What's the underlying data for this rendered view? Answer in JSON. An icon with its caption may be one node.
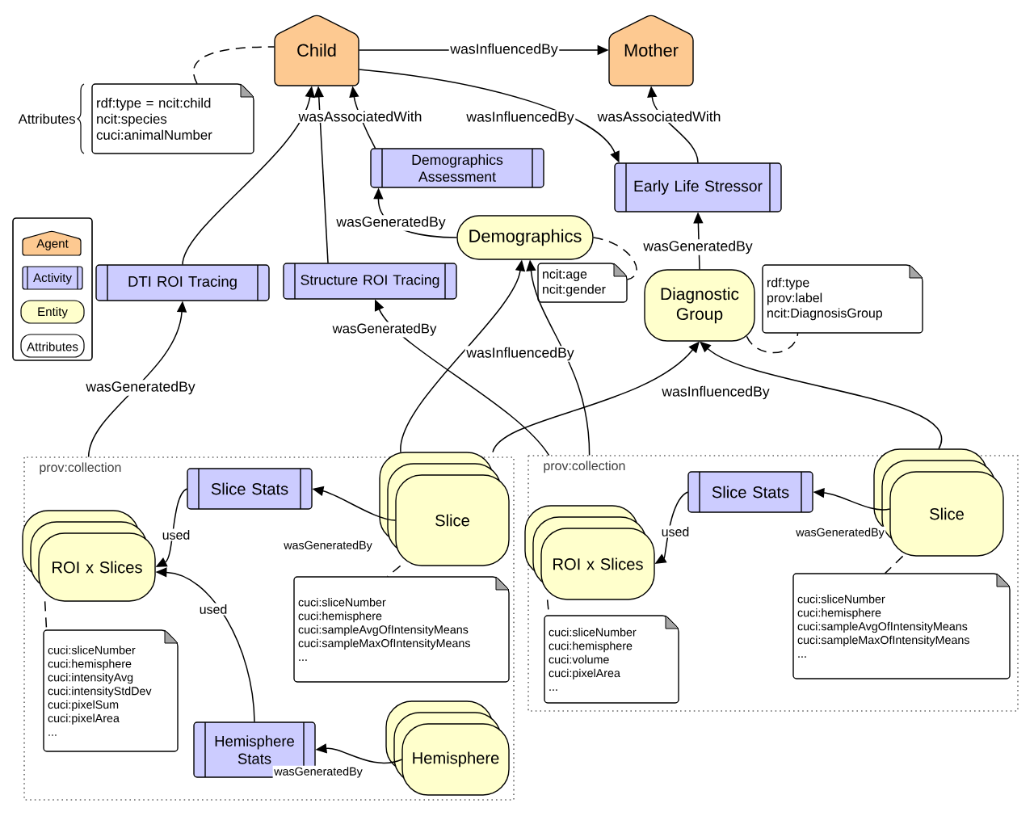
{
  "diagram": {
    "nodes": [
      {
        "text": [
          "Child"
        ]
      },
      {
        "text": [
          "Mother"
        ]
      },
      {
        "text": [
          "rdf:type = ncit:child",
          "ncit:species",
          "cuci:animalNumber"
        ],
        "beside": [
          "Attributes"
        ]
      },
      {
        "text": [
          "Demographics Assessment"
        ]
      },
      {
        "text": [
          "Early Life Stressor"
        ]
      },
      {
        "text": [
          "DTI ROI Tracing"
        ]
      },
      {
        "text": [
          "Structure ROI Tracing"
        ]
      },
      {
        "text": [
          "Demographics"
        ]
      },
      {
        "text": [
          "ncit:age",
          "ncit:gender"
        ]
      },
      {
        "text": [
          "Diagnostic Group"
        ]
      },
      {
        "text": [
          "rdf:type",
          "prov:label",
          "ncit:DiagnosisGroup"
        ]
      },
      {
        "text": [
          "prov:collection"
        ]
      },
      {
        "text": [
          "Slice Stats"
        ],
        "in": 11
      },
      {
        "text": [
          "ROI x Slices"
        ],
        "in": 11
      },
      {
        "text": [
          "Slice"
        ],
        "in": 11
      },
      {
        "text": [
          "cuci:sliceNumber",
          "cuci:hemisphere",
          "cuci:intensityAvg",
          "cuci:intensityStdDev",
          "cuci:pixelSum",
          "cuci:pixelArea",
          "..."
        ],
        "in": 11
      },
      {
        "text": [
          "cuci:sliceNumber",
          "cuci:hemisphere",
          "cuci:sampleAvgOfIntensityMeans",
          "cuci:sampleMaxOfIntensityMeans",
          "..."
        ],
        "in": 11
      },
      {
        "text": [
          "Hemisphere Stats"
        ],
        "in": 11
      },
      {
        "text": [
          "Hemisphere"
        ],
        "in": 11
      },
      {
        "text": [
          "prov:collection"
        ]
      },
      {
        "text": [
          "Slice Stats"
        ],
        "in": 19
      },
      {
        "text": [
          "ROI x Slices"
        ],
        "in": 19
      },
      {
        "text": [
          "Slice"
        ],
        "in": 19
      },
      {
        "text": [
          "cuci:sliceNumber",
          "cuci:hemisphere",
          "cuci:volume",
          "cuci:pixelArea",
          "..."
        ],
        "in": 19
      },
      {
        "text": [
          "cuci:sliceNumber",
          "cuci:hemisphere",
          "cuci:sampleAvgOfIntensityMeans",
          "cuci:sampleMaxOfIntensityMeans",
          "..."
        ],
        "in": 19
      }
    ],
    "edges": [
      {
        "from": 0,
        "to": 1,
        "arrow": "to",
        "label": "wasInfluencedBy"
      },
      {
        "from": 0,
        "to": 4,
        "arrow": "to",
        "label": "wasInfluencedBy"
      },
      {
        "from": 4,
        "to": 1,
        "arrow": "to",
        "label": "wasAssociatedWith"
      },
      {
        "from": 3,
        "to": 0,
        "arrow": "to",
        "label": "wasAssociatedWith"
      },
      {
        "from": 5,
        "to": 0,
        "arrow": "to"
      },
      {
        "from": 6,
        "to": 0,
        "arrow": "to"
      },
      {
        "from": 7,
        "to": 3,
        "arrow": "to",
        "label": "wasGeneratedBy"
      },
      {
        "from": 9,
        "to": 4,
        "arrow": "to",
        "label": "wasGeneratedBy"
      },
      {
        "from": 2,
        "to": 0,
        "arrow": "none",
        "style": "dashed"
      },
      {
        "from": 7,
        "to": 8,
        "arrow": "none",
        "style": "dashed"
      },
      {
        "from": 9,
        "to": 10,
        "arrow": "none",
        "style": "dashed"
      },
      {
        "from": 11,
        "to": 5,
        "arrow": "to",
        "label": "wasGeneratedBy"
      },
      {
        "from": 19,
        "to": 6,
        "arrow": "to",
        "label": "wasGeneratedBy"
      },
      {
        "from": 14,
        "to": 7,
        "arrow": "to",
        "label": "wasInfluencedBy"
      },
      {
        "from": 19,
        "to": 7,
        "arrow": "to"
      },
      {
        "from": 14,
        "to": 9,
        "arrow": "to",
        "label": "wasInfluencedBy"
      },
      {
        "from": 22,
        "to": 9,
        "arrow": "to"
      },
      {
        "from": 12,
        "to": 13,
        "arrow": "to",
        "label": "used"
      },
      {
        "from": 17,
        "to": 13,
        "arrow": "to",
        "label": "used"
      },
      {
        "from": 14,
        "to": 12,
        "arrow": "to",
        "label": "wasGeneratedBy"
      },
      {
        "from": 18,
        "to": 17,
        "arrow": "to",
        "label": "wasGeneratedBy"
      },
      {
        "from": 13,
        "to": 15,
        "arrow": "none",
        "style": "dashed"
      },
      {
        "from": 14,
        "to": 16,
        "arrow": "none",
        "style": "dashed"
      },
      {
        "from": 20,
        "to": 21,
        "arrow": "to",
        "label": "used"
      },
      {
        "from": 22,
        "to": 20,
        "arrow": "to",
        "label": "wasGeneratedBy"
      },
      {
        "from": 21,
        "to": 23,
        "arrow": "none",
        "style": "dashed"
      },
      {
        "from": 22,
        "to": 24,
        "arrow": "none",
        "style": "dashed"
      }
    ],
    "legend": [
      {
        "text": "Agent"
      },
      {
        "text": "Activity"
      },
      {
        "text": "Entity"
      },
      {
        "text": "Attributes"
      }
    ]
  }
}
